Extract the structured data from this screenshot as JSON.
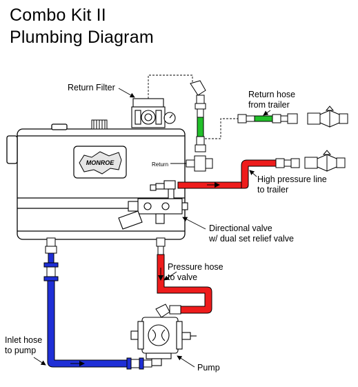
{
  "title": {
    "line1": "Combo Kit II",
    "line2": "Plumbing Diagram"
  },
  "labels": {
    "return_filter": "Return Filter",
    "return_hose_1": "Return hose",
    "return_hose_2": "from trailer",
    "return_small": "Return",
    "high_pressure_1": "High pressure line",
    "high_pressure_2": "to trailer",
    "directional_1": "Directional valve",
    "directional_2": "w/ dual set relief valve",
    "pressure_hose_1": "Pressure hose",
    "pressure_hose_2": "to valve",
    "inlet_hose_1": "Inlet hose",
    "inlet_hose_2": "to pump",
    "pump": "Pump"
  },
  "logo_text": "MONROE",
  "colors": {
    "pressure_line": "#ee1c1c",
    "inlet_line": "#1f2fd6",
    "return_line": "#22c02a",
    "outline": "#000000"
  }
}
